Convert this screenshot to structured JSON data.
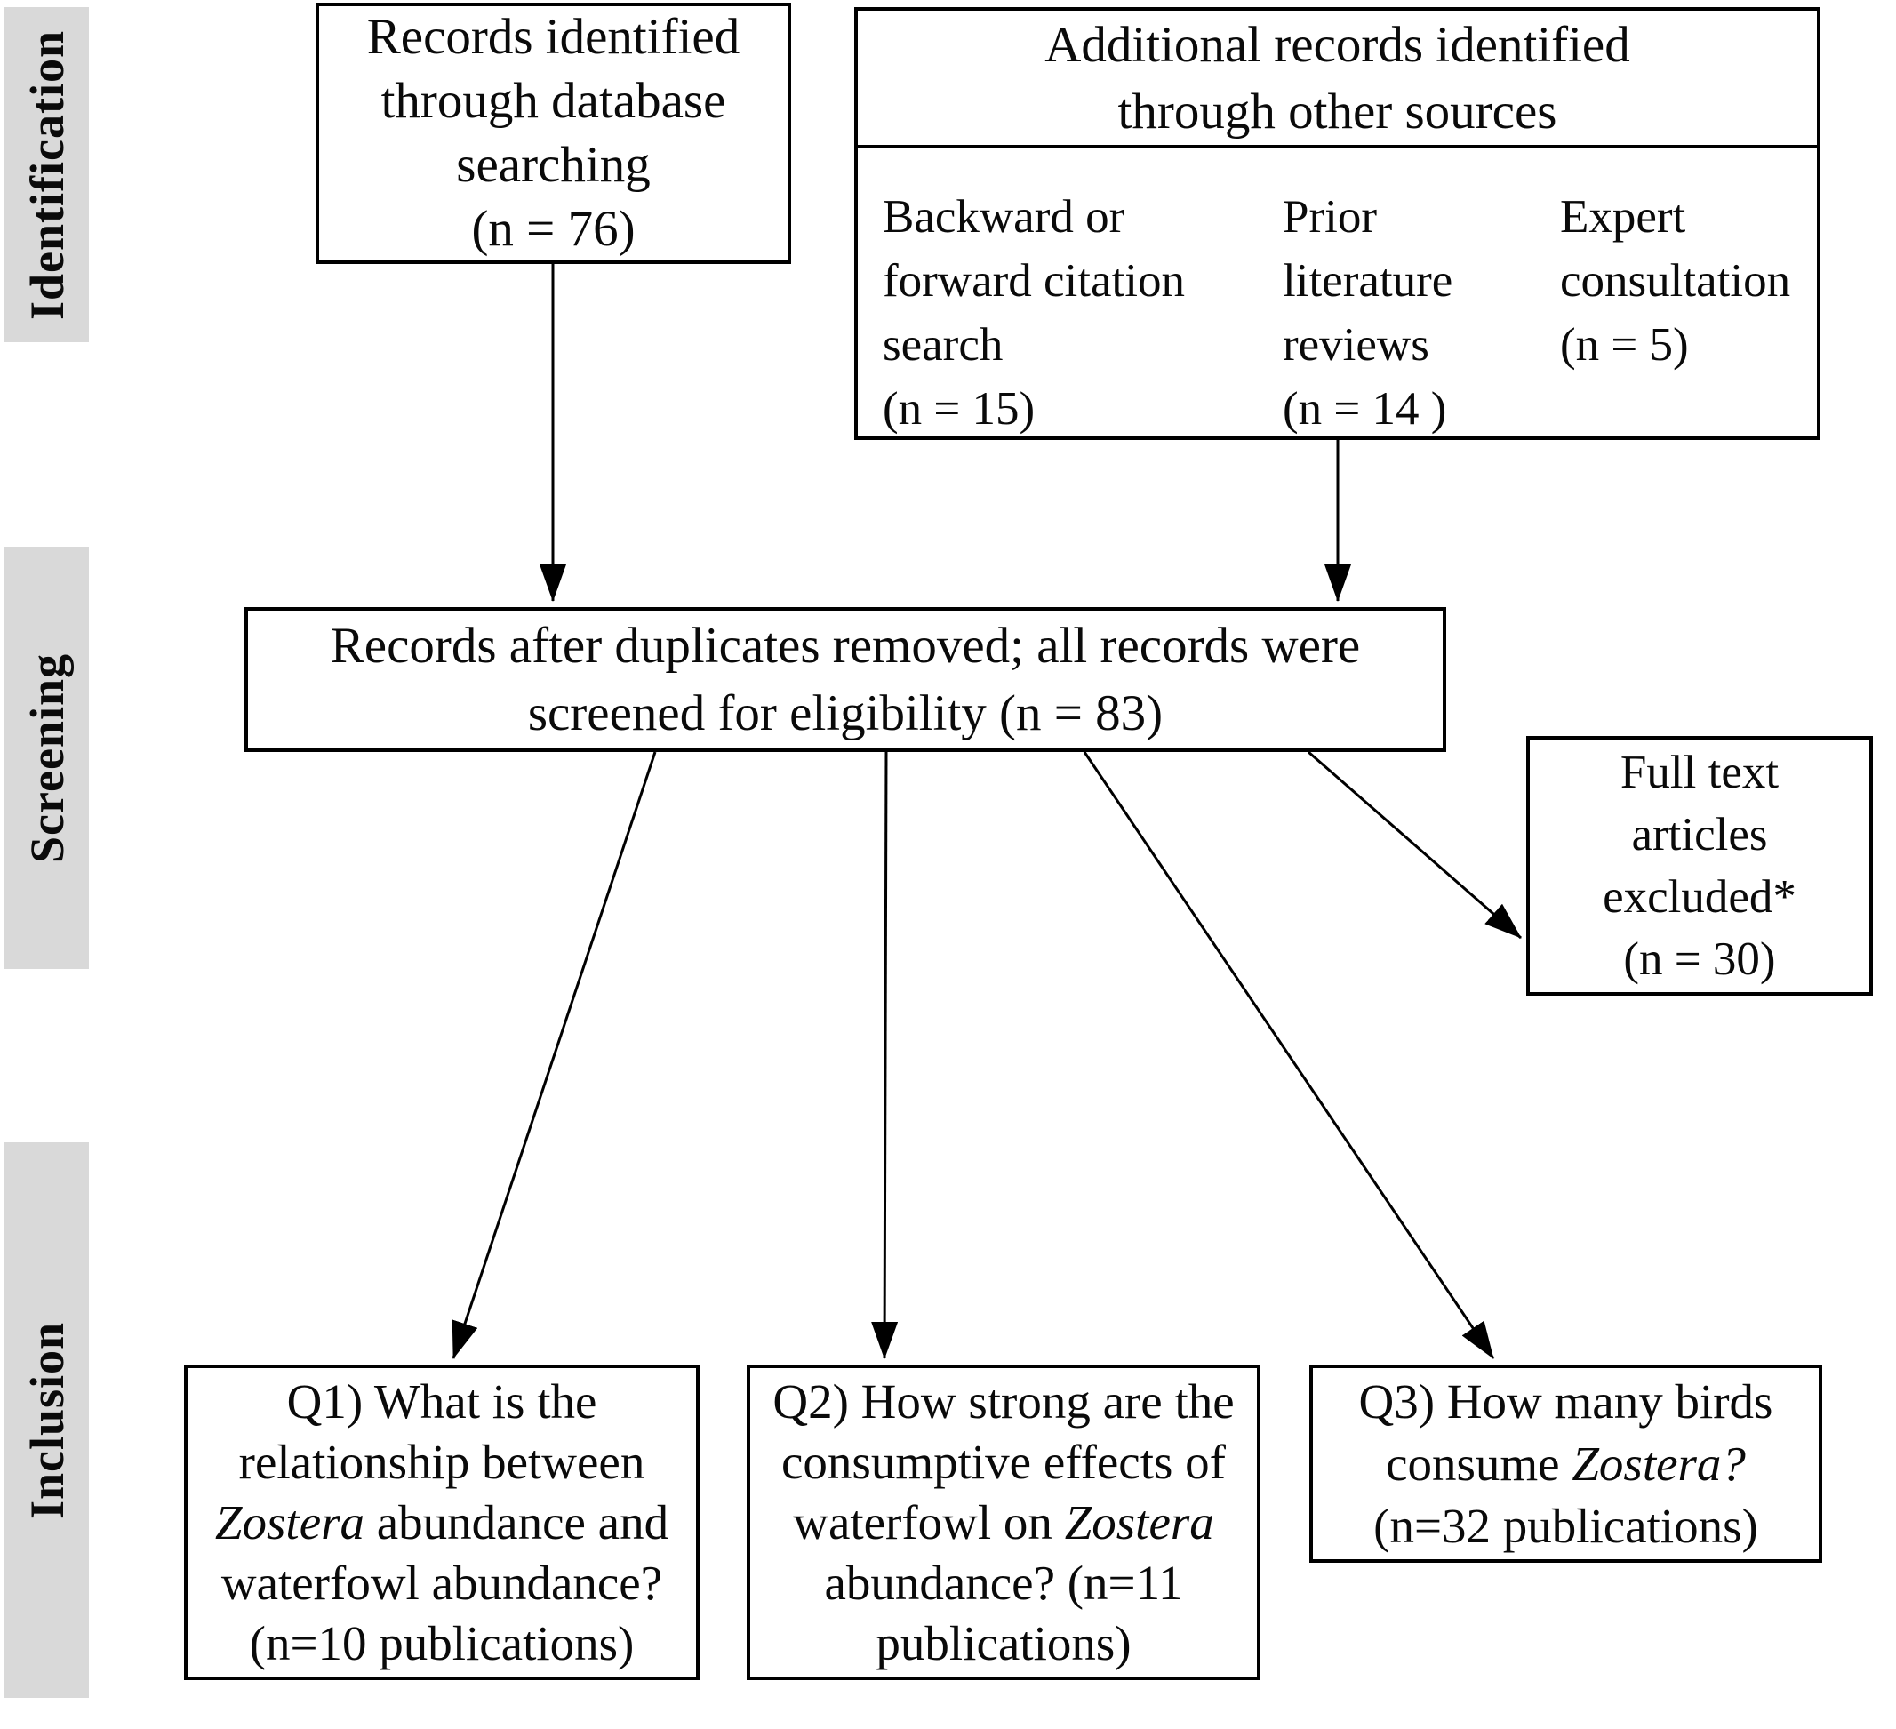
{
  "figure": {
    "type": "prisma-flow-diagram",
    "stages": [
      {
        "id": "identification",
        "label": "Identification"
      },
      {
        "id": "screening",
        "label": "Screening"
      },
      {
        "id": "inclusion",
        "label": "Inclusion"
      }
    ],
    "boxes": {
      "database": {
        "lines": [
          [
            {
              "t": "Records identified"
            }
          ],
          [
            {
              "t": "through database"
            }
          ],
          [
            {
              "t": "searching"
            }
          ],
          [
            {
              "t": "(n = 76)"
            }
          ]
        ]
      },
      "other_sources": {
        "header_lines": [
          [
            {
              "t": "Additional records identified"
            }
          ],
          [
            {
              "t": "through other sources"
            }
          ]
        ],
        "columns": [
          {
            "lines": [
              [
                {
                  "t": "Backward or"
                }
              ],
              [
                {
                  "t": "forward citation"
                }
              ],
              [
                {
                  "t": "search"
                }
              ],
              [
                {
                  "t": "(n = 15)"
                }
              ]
            ]
          },
          {
            "lines": [
              [
                {
                  "t": "Prior"
                }
              ],
              [
                {
                  "t": "literature"
                }
              ],
              [
                {
                  "t": "reviews"
                }
              ],
              [
                {
                  "t": "(n = 14 )"
                }
              ]
            ]
          },
          {
            "lines": [
              [
                {
                  "t": "Expert"
                }
              ],
              [
                {
                  "t": "consultation"
                }
              ],
              [
                {
                  "t": "(n = 5)"
                }
              ]
            ]
          }
        ]
      },
      "deduplicated": {
        "lines": [
          [
            {
              "t": "Records after duplicates removed; all records were"
            }
          ],
          [
            {
              "t": "screened for eligibility (n = 83)"
            }
          ]
        ]
      },
      "excluded": {
        "lines": [
          [
            {
              "t": "Full text"
            }
          ],
          [
            {
              "t": "articles"
            }
          ],
          [
            {
              "t": "excluded*"
            }
          ],
          [
            {
              "t": "(n = 30)"
            }
          ]
        ]
      },
      "q1": {
        "lines": [
          [
            {
              "t": "Q1) What is the"
            }
          ],
          [
            {
              "t": "relationship between"
            }
          ],
          [
            {
              "t": "Zostera",
              "i": true
            },
            {
              "t": " abundance and"
            }
          ],
          [
            {
              "t": "waterfowl abundance?"
            }
          ],
          [
            {
              "t": "(n=10 publications)"
            }
          ]
        ]
      },
      "q2": {
        "lines": [
          [
            {
              "t": "Q2) How strong are the"
            }
          ],
          [
            {
              "t": "consumptive effects of"
            }
          ],
          [
            {
              "t": "waterfowl on "
            },
            {
              "t": "Zostera",
              "i": true
            }
          ],
          [
            {
              "t": "abundance? (n=11"
            }
          ],
          [
            {
              "t": "publications)"
            }
          ]
        ]
      },
      "q3": {
        "lines": [
          [
            {
              "t": "Q3) How many birds"
            }
          ],
          [
            {
              "t": "consume "
            },
            {
              "t": "Zostera?",
              "i": true
            }
          ],
          [
            {
              "t": "(n=32 publications)"
            }
          ]
        ]
      }
    }
  },
  "colors": {
    "background": "#ffffff",
    "stage_bar": "#d9d9d9",
    "box_border": "#000000",
    "arrow": "#000000",
    "text": "#0a0a0a"
  }
}
